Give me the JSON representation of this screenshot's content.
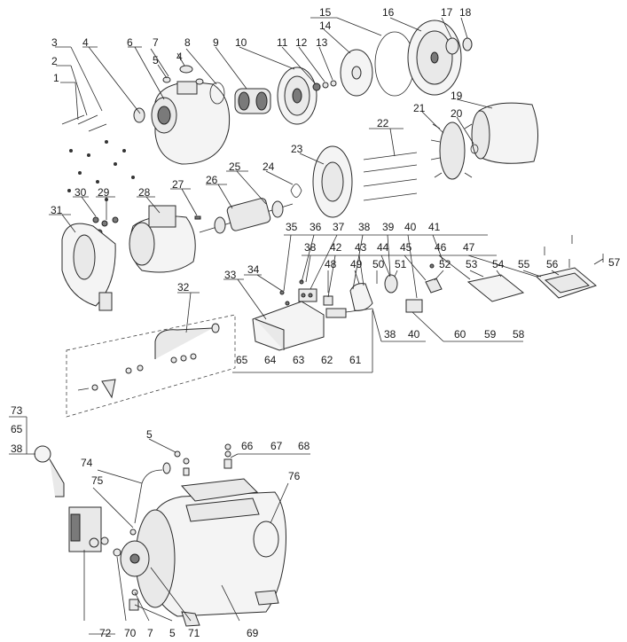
{
  "callouts": {
    "n1": "1",
    "n2": "2",
    "n3": "3",
    "n4a": "4",
    "n4b": "4",
    "n5a": "5",
    "n6": "6",
    "n7a": "7",
    "n8": "8",
    "n9": "9",
    "n10": "10",
    "n11": "11",
    "n12": "12",
    "n13": "13",
    "n14": "14",
    "n15": "15",
    "n16": "16",
    "n17": "17",
    "n18": "18",
    "n19": "19",
    "n20": "20",
    "n21": "21",
    "n22": "22",
    "n23": "23",
    "n24": "24",
    "n25": "25",
    "n26": "26",
    "n27": "27",
    "n28": "28",
    "n29": "29",
    "n30": "30",
    "n31": "31",
    "n32": "32",
    "n33": "33",
    "n34": "34",
    "n35": "35",
    "n36": "36",
    "n37": "37",
    "n38a": "38",
    "n39": "39",
    "n40a": "40",
    "n41": "41",
    "n38b": "38",
    "n42": "42",
    "n43": "43",
    "n44": "44",
    "n45": "45",
    "n46": "46",
    "n47": "47",
    "n48": "48",
    "n49": "49",
    "n50": "50",
    "n51": "51",
    "n52": "52",
    "n53": "53",
    "n54": "54",
    "n55": "55",
    "n56": "56",
    "n57": "57",
    "n38c": "38",
    "n40b": "40",
    "n60": "60",
    "n59": "59",
    "n58": "58",
    "n65a": "65",
    "n64": "64",
    "n63": "63",
    "n62": "62",
    "n61": "61",
    "n73": "73",
    "n65b": "65",
    "n38d": "38",
    "n5b": "5",
    "n66": "66",
    "n67": "67",
    "n68": "68",
    "n74": "74",
    "n75": "75",
    "n76": "76",
    "n72": "72",
    "n70": "70",
    "n7b": "7",
    "n5c": "5",
    "n71": "71",
    "n69": "69"
  }
}
